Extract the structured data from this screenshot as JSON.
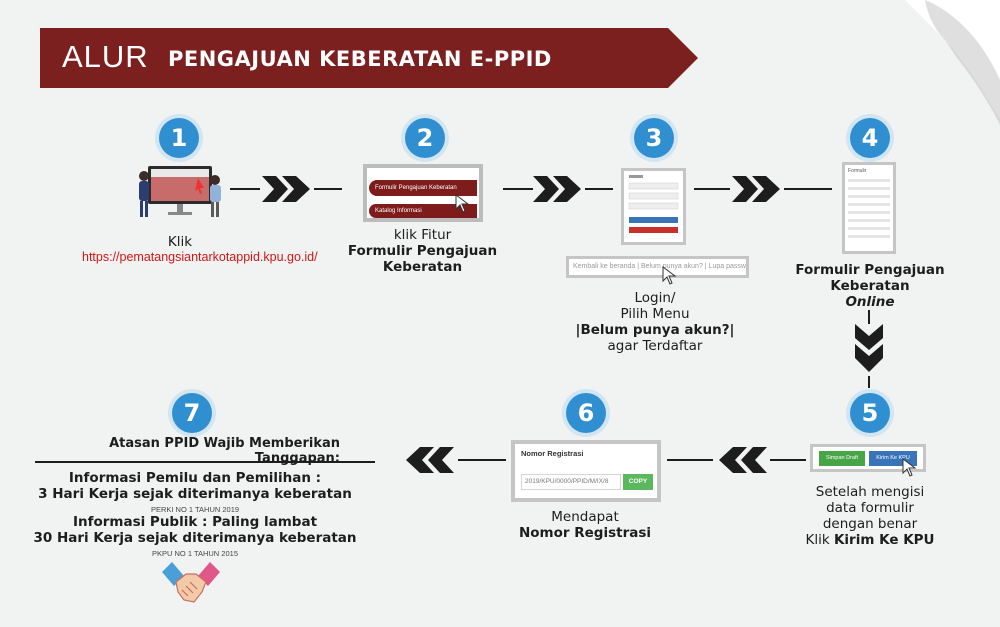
{
  "title": {
    "main": "ALUR",
    "sub": "PENGAJUAN KEBERATAN E-PPID"
  },
  "colors": {
    "banner": "#7b1f1f",
    "circle": "#2f8fd0",
    "link": "#d21515",
    "chevron": "#1d1d1d"
  },
  "steps": [
    {
      "number": "1",
      "line1": "Klik",
      "url": "https://pematangsiantarkotappid.kpu.go.id/"
    },
    {
      "number": "2",
      "line1": "klik Fitur",
      "bold": "Formulir Pengajuan Keberatan",
      "mock": {
        "menu1": "Formulir Pengajuan Keberatan",
        "menu2": "Katalog Informasi"
      }
    },
    {
      "number": "3",
      "line1": "Login/",
      "line2": "Pilih Menu",
      "bold": "|Belum punya akun?|",
      "line3": "agar Terdaftar",
      "mock": {
        "login_links": "Kembali ke beranda | Belum punya akun? | Lupa password?"
      }
    },
    {
      "number": "4",
      "bold": "Formulir Pengajuan Keberatan",
      "italic": "Online",
      "mock": {
        "doc_title": "Formulir"
      }
    },
    {
      "number": "5",
      "line1": "Setelah mengisi",
      "line2": "data formulir",
      "line3": "dengan benar",
      "prefix": "Klik",
      "bold": "Kirim Ke KPU",
      "mock": {
        "draft_button": "Simpan Draft",
        "send_button": "Kirim Ke KPU"
      }
    },
    {
      "number": "6",
      "line1": "Mendapat",
      "bold": "Nomor Registrasi",
      "mock": {
        "reg_title": "Nomor Registrasi",
        "reg_value": "2019/KPU/0000/PPID/M/IX/8",
        "copy_button": "COPY"
      }
    },
    {
      "number": "7",
      "heading": "Atasan PPID Wajib Memberikan Tanggapan:",
      "item1_line1": "Informasi Pemilu dan Pemilihan :",
      "item1_line2": "3 Hari Kerja sejak diterimanya keberatan",
      "item1_note": "PERKI NO 1 TAHUN 2019",
      "item2_line1": "Informasi Publik : Paling lambat",
      "item2_line2": "30 Hari Kerja sejak diterimanya keberatan",
      "item2_note": "PKPU NO 1 TAHUN 2015"
    }
  ]
}
